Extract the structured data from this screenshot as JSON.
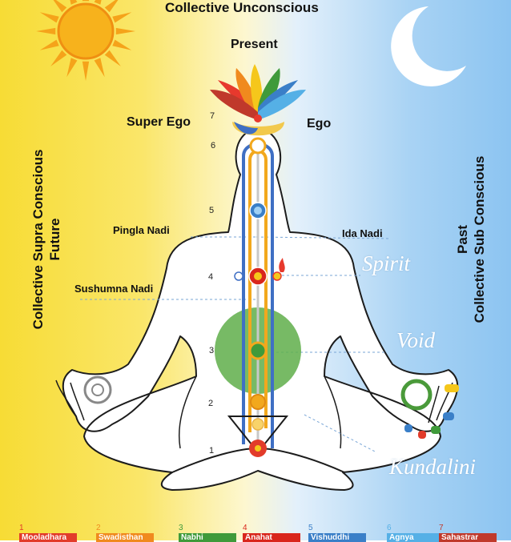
{
  "labels": {
    "top": "Collective Unconscious",
    "present": "Present",
    "super_ego": "Super Ego",
    "ego": "Ego",
    "pingla": "Pingla Nadi",
    "ida": "Ida Nadi",
    "sushumna": "Sushumna Nadi",
    "spirit": "Spirit",
    "void": "Void",
    "kundalini": "Kundalini",
    "left_line1": "Collective Supra Conscious",
    "left_line2": "Future",
    "right_line1": "Past",
    "right_line2": "Collective Sub Conscious"
  },
  "side_numbers": [
    "1",
    "2",
    "3",
    "4",
    "5",
    "6",
    "7"
  ],
  "legend": [
    {
      "num": "1",
      "name": "Mooladhara",
      "color": "#e23b2a"
    },
    {
      "num": "2",
      "name": "Swadisthan",
      "color": "#f08a1e"
    },
    {
      "num": "3",
      "name": "Nabhi",
      "color": "#3f9a3a"
    },
    {
      "num": "4",
      "name": "Anahat",
      "color": "#d9261c"
    },
    {
      "num": "5",
      "name": "Vishuddhi",
      "color": "#3a7fc8"
    },
    {
      "num": "6",
      "name": "Agnya",
      "color": "#55b0e6"
    },
    {
      "num": "7",
      "name": "Sahastrar",
      "color": "#c0392b"
    }
  ],
  "colors": {
    "sun": "#f5a31a",
    "moon": "#ffffff",
    "pingla_channel": "#f2a81d",
    "ida_channel": "#3f6fc4",
    "void_circle": "#5fae4a"
  }
}
